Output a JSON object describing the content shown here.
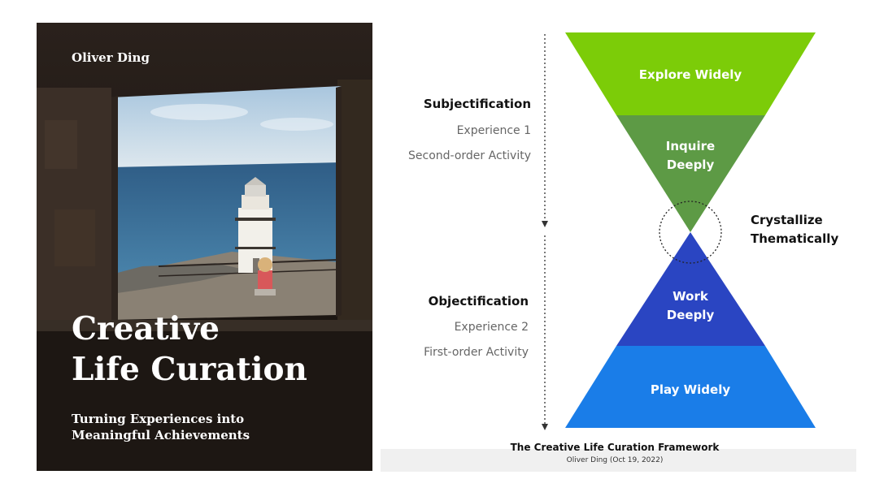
{
  "book_cover": {
    "author": "Oliver Ding",
    "title_lines": [
      "Creative",
      "Life Curation"
    ],
    "subtitle_lines": [
      "Turning Experiences into",
      "Meaningful Achievements"
    ]
  },
  "framework": {
    "upper_side": {
      "heading": "Subjectification",
      "line1": "Experience 1",
      "line2": "Second-order Activity"
    },
    "lower_side": {
      "heading": "Objectification",
      "line1": "Experience 2",
      "line2": "First-order Activity"
    },
    "stages": {
      "explore": "Explore Widely",
      "inquire": [
        "Inquire",
        "Deeply"
      ],
      "work": [
        "Work",
        "Deeply"
      ],
      "play": "Play Widely"
    },
    "crystallize": [
      "Crystallize",
      "Thematically"
    ],
    "footer_title": "The Creative Life Curation Framework",
    "footer_sub": "Oliver Ding (Oct 19, 2022)",
    "colors": {
      "explore": "#7ccc08",
      "inquire": "#5d9a45",
      "work": "#2a45c2",
      "play": "#1a7de8"
    }
  }
}
